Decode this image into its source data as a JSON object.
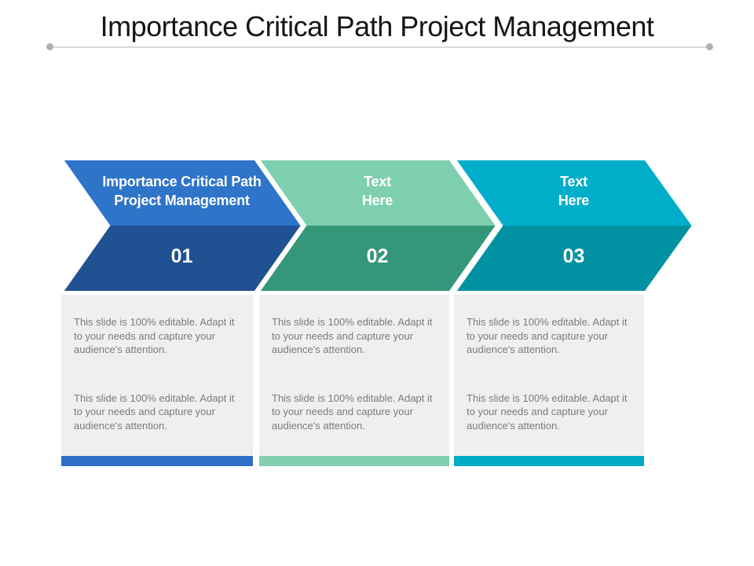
{
  "slide": {
    "title": "Importance Critical Path Project Management"
  },
  "theme": {
    "background": "#ffffff",
    "title_color": "#161616",
    "divider_line_color": "#d9d9d9",
    "divider_dot_color": "#b0b0b0",
    "box_background": "#efefef",
    "body_text_color": "#7b7b7b",
    "arrow_text_color": "#ffffff",
    "arrow_outline_color": "#ffffff"
  },
  "steps": [
    {
      "label_line1": "Importance Critical Path",
      "label_line2": "Project Management",
      "number": "01",
      "colors": {
        "top": "#2e74c9",
        "bottom": "#205193",
        "bar": "#2f6fc5"
      },
      "paragraphs": [
        "This slide is 100% editable. Adapt it to your needs and capture your audience's attention.",
        "This slide is 100% editable. Adapt it to your needs and capture your audience's attention."
      ]
    },
    {
      "label_line1": "Text",
      "label_line2": "Here",
      "number": "02",
      "colors": {
        "top": "#7ecfb0",
        "bottom": "#35977a",
        "bar": "#82cfb2"
      },
      "paragraphs": [
        "This slide is 100% editable. Adapt it to your needs and capture your audience's attention.",
        "This slide is 100% editable. Adapt it to your needs and capture your audience's attention."
      ]
    },
    {
      "label_line1": "Text",
      "label_line2": "Here",
      "number": "03",
      "colors": {
        "top": "#00aeca",
        "bottom": "#0092a2",
        "bar": "#00acc4"
      },
      "paragraphs": [
        "This slide is 100% editable. Adapt it to your needs and capture your audience's attention.",
        "This slide is 100% editable. Adapt it to your needs and capture your audience's attention."
      ]
    }
  ]
}
